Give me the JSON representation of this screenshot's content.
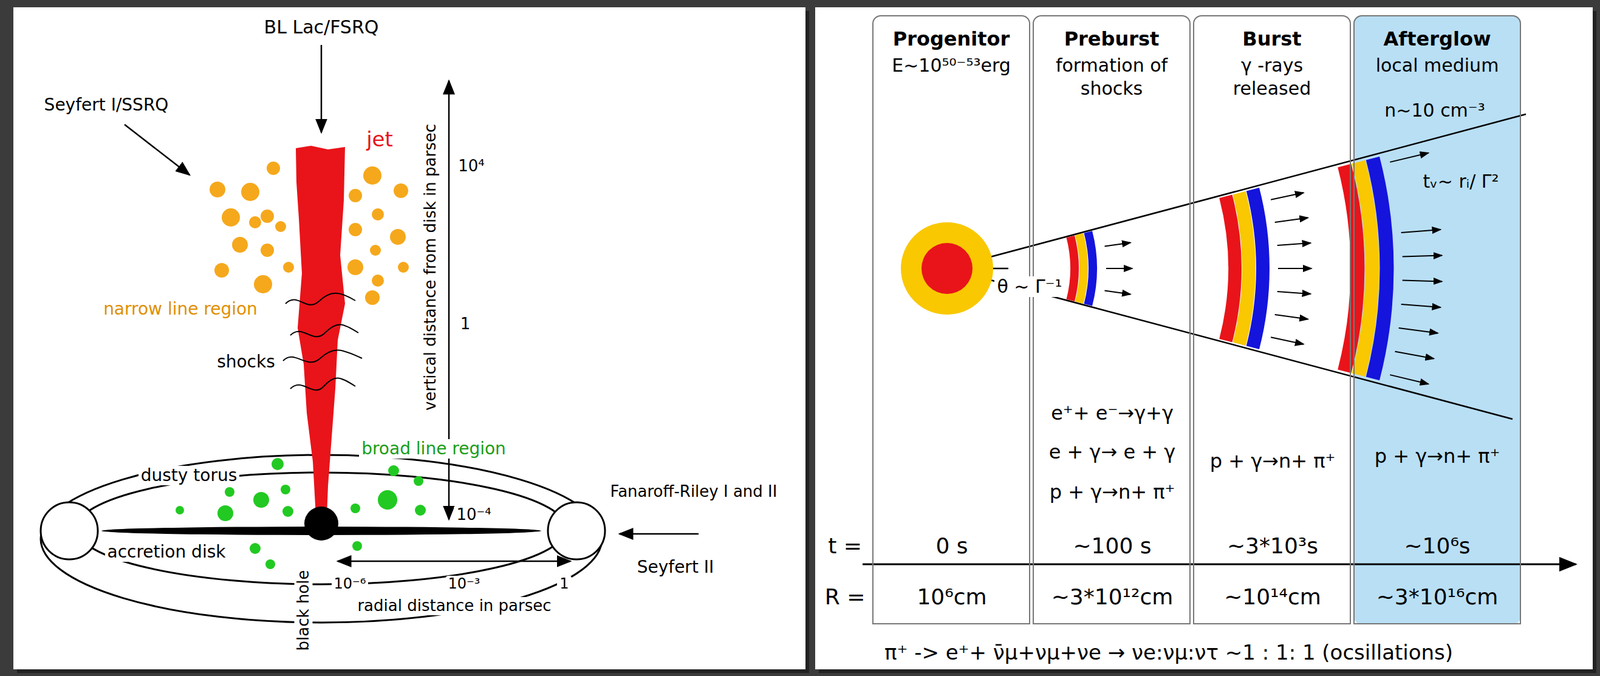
{
  "diagram": {
    "nodes": [
      {
        "text": [
          "Progenitor",
          "E~10⁵⁰⁻⁵³erg"
        ]
      },
      {
        "text": [
          "Preburst",
          "formation of shocks"
        ]
      },
      {
        "text": [
          "Burst",
          "γ -rays released"
        ]
      },
      {
        "text": [
          "Afterglow",
          "local medium"
        ]
      }
    ],
    "labels": [
      "BL Lac/FSRQ",
      "Seyfert I/SSRQ",
      "jet",
      "10⁴",
      "vertical distance from disk in parsec",
      "narrow line region",
      "1",
      "shocks",
      "broad line region",
      "dusty torus",
      "10⁻⁴",
      "Fanaroff-Riley I and II",
      "accretion disk",
      "Seyfert II",
      "10⁻⁶",
      "10⁻³",
      "1",
      "radial distance in parsec",
      "black hole",
      "n~10 cm⁻³",
      "tᵥ~ rᵢ/ Γ²",
      "θ ~ Γ⁻¹",
      "e⁺+ e⁻→γ+γ",
      "e + γ→ e + γ",
      "p + γ→n+ π⁺",
      "p + γ→n+ π⁺",
      "p + γ→n+ π⁺",
      "t =",
      "0 s",
      "~100 s",
      "~3*10³s",
      "~10⁶s",
      "R =",
      "10⁶cm",
      "~3*10¹²cm",
      "~10¹⁴cm",
      "~3*10¹⁶cm",
      "π⁺ -> e⁺+ ν̄μ+νμ+νe →  νe:νμ:ντ  ~1 : 1: 1 (ocsillations)"
    ]
  }
}
